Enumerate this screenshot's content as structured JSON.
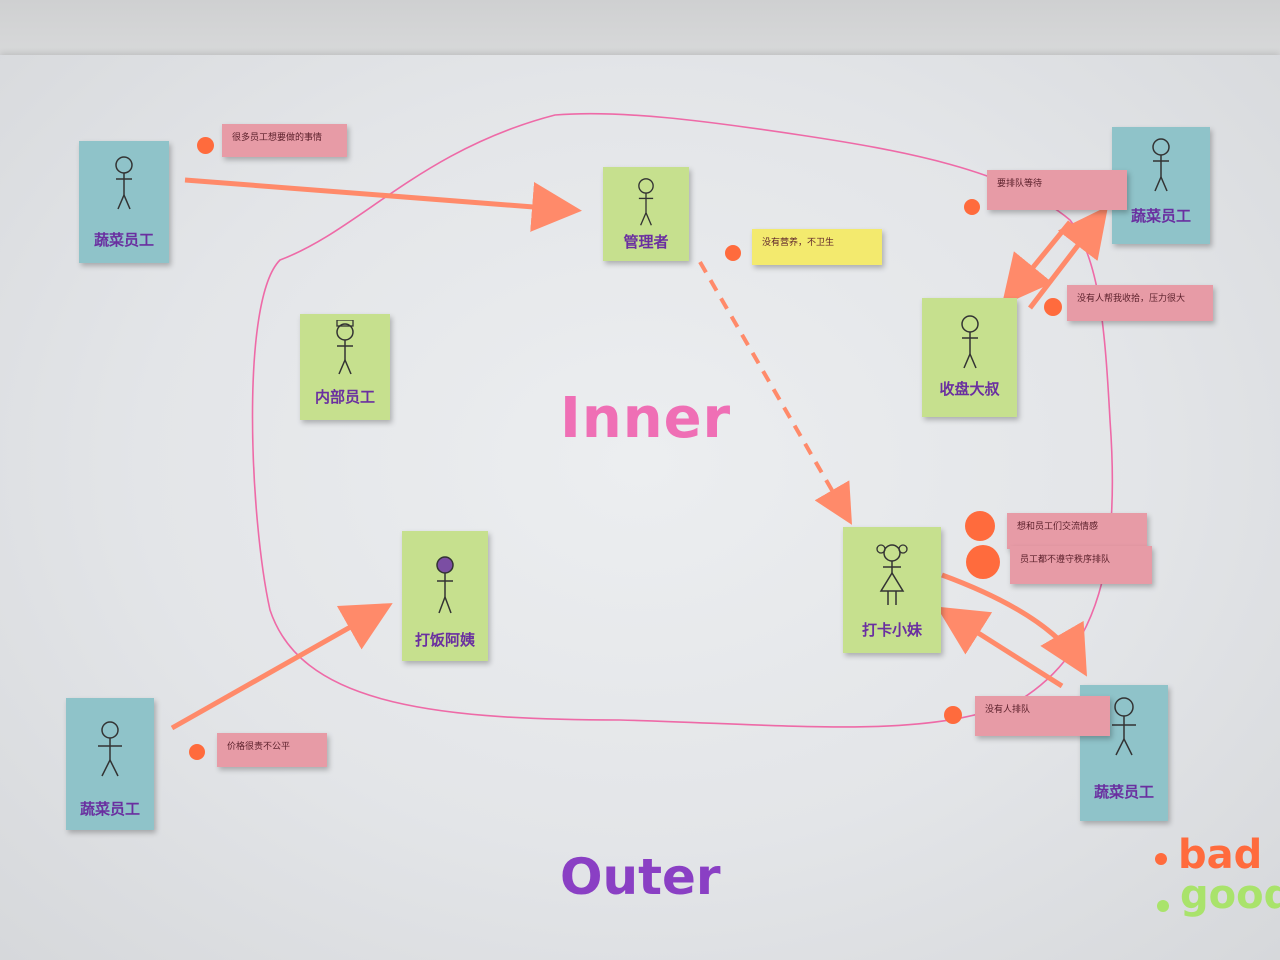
{
  "diagram": {
    "inner_label": "Inner",
    "outer_label": "Outer",
    "people": [
      {
        "id": "p1",
        "label": "蔬菜员工",
        "color": "blue"
      },
      {
        "id": "p2",
        "label": "管理者",
        "color": "green"
      },
      {
        "id": "p3",
        "label": "蔬菜员工",
        "color": "blue"
      },
      {
        "id": "p4",
        "label": "内部员工",
        "color": "green"
      },
      {
        "id": "p5",
        "label": "收盘大叔",
        "color": "green"
      },
      {
        "id": "p6",
        "label": "打饭阿姨",
        "color": "green"
      },
      {
        "id": "p7",
        "label": "打卡小妹",
        "color": "green"
      },
      {
        "id": "p8",
        "label": "蔬菜员工",
        "color": "blue"
      },
      {
        "id": "p9",
        "label": "蔬菜员工",
        "color": "blue"
      }
    ],
    "tags": [
      {
        "id": "t1",
        "text": "很多员工想要做的事情",
        "color": "pink"
      },
      {
        "id": "t2",
        "text": "没有营养，不卫生",
        "color": "yellow"
      },
      {
        "id": "t3",
        "text": "要排队等待",
        "color": "pink"
      },
      {
        "id": "t4",
        "text": "没有人帮我收拾，压力很大",
        "color": "pink"
      },
      {
        "id": "t5",
        "text": "想和员工们交流情感",
        "color": "pink"
      },
      {
        "id": "t6",
        "text": "员工都不遵守秩序排队",
        "color": "pink"
      },
      {
        "id": "t7",
        "text": "没有人排队",
        "color": "pink"
      },
      {
        "id": "t8",
        "text": "价格很贵不公平",
        "color": "pink"
      }
    ],
    "legend": [
      {
        "text": "bad",
        "color": "#ff6b3d"
      },
      {
        "text": "good",
        "color": "#a9e36b"
      }
    ]
  }
}
